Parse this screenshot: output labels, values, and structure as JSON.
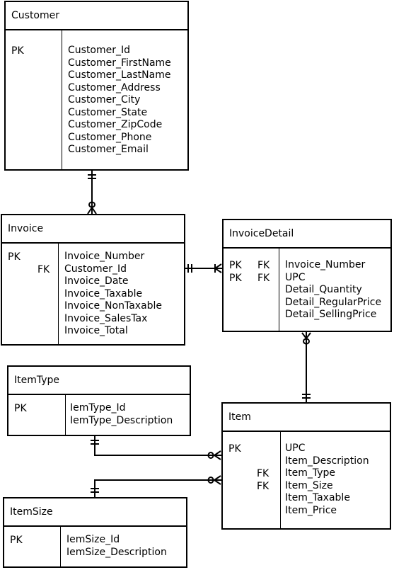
{
  "entities": {
    "customer": {
      "title": "Customer",
      "keys": [
        {
          "pk": "PK",
          "fk": ""
        }
      ],
      "fields": [
        "Customer_Id",
        "Customer_FirstName",
        "Customer_LastName",
        "Customer_Address",
        "Customer_City",
        "Customer_State",
        "Customer_ZipCode",
        "Customer_Phone",
        "Customer_Email"
      ]
    },
    "invoice": {
      "title": "Invoice",
      "keys": [
        {
          "pk": "PK",
          "fk": ""
        },
        {
          "pk": "",
          "fk": "FK"
        }
      ],
      "fields": [
        "Invoice_Number",
        "Customer_Id",
        "Invoice_Date",
        "Invoice_Taxable",
        "Invoice_NonTaxable",
        "Invoice_SalesTax",
        "Invoice_Total"
      ]
    },
    "invoicedetail": {
      "title": "InvoiceDetail",
      "keys": [
        {
          "pk": "PK",
          "fk": "FK"
        },
        {
          "pk": "PK",
          "fk": "FK"
        }
      ],
      "fields": [
        "Invoice_Number",
        "UPC",
        "Detail_Quantity",
        "Detail_RegularPrice",
        "Detail_SellingPrice"
      ]
    },
    "itemtype": {
      "title": "ItemType",
      "keys": [
        {
          "pk": "PK",
          "fk": ""
        }
      ],
      "fields": [
        "IemType_Id",
        "IemType_Description"
      ]
    },
    "item": {
      "title": "Item",
      "keys": [
        {
          "pk": "PK",
          "fk": ""
        },
        {
          "pk": "",
          "fk": ""
        },
        {
          "pk": "",
          "fk": "FK"
        },
        {
          "pk": "",
          "fk": "FK"
        }
      ],
      "fields": [
        "UPC",
        "Item_Description",
        "Item_Type",
        "Item_Size",
        "Item_Taxable",
        "Item_Price"
      ]
    },
    "itemsize": {
      "title": "ItemSize",
      "keys": [
        {
          "pk": "PK",
          "fk": ""
        }
      ],
      "fields": [
        "IemSize_Id",
        "IemSize_Description"
      ]
    }
  }
}
